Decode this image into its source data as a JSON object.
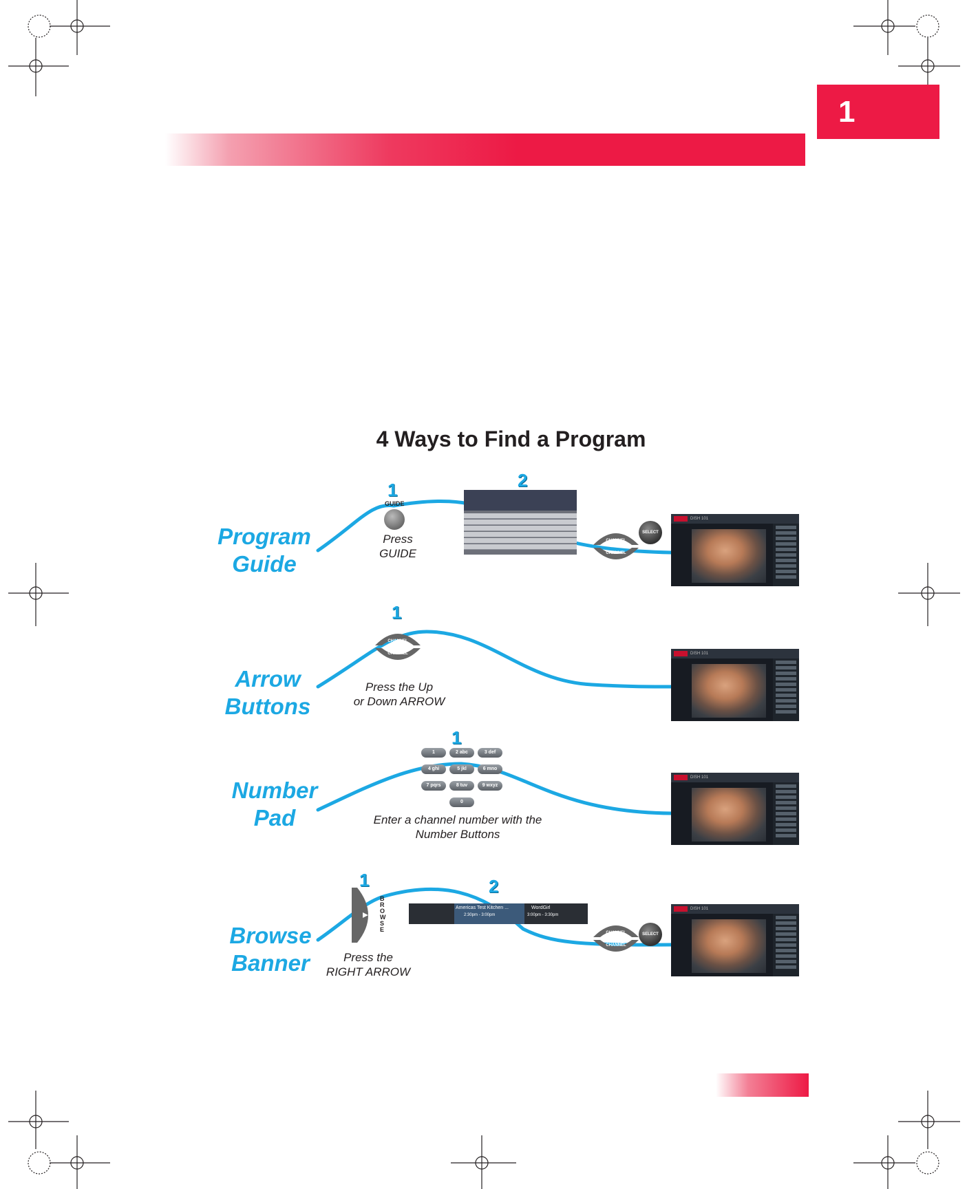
{
  "chapter": {
    "number": "1"
  },
  "page_title": "4 Ways to Find a Program",
  "sections": [
    {
      "label_line1": "Program",
      "label_line2": "Guide",
      "step1_number": "1",
      "step1_caption_line1": "Press",
      "step1_caption_line2": "GUIDE",
      "step1_button_label": "GUIDE",
      "step2_number": "2"
    },
    {
      "label_line1": "Arrow",
      "label_line2": "Buttons",
      "step1_number": "1",
      "step1_caption_line1": "Press the Up",
      "step1_caption_line2": "or Down ARROW"
    },
    {
      "label_line1": "Number",
      "label_line2": "Pad",
      "step1_number": "1",
      "step1_caption_line1": "Enter a channel number with the",
      "step1_caption_line2": "Number Buttons"
    },
    {
      "label_line1": "Browse",
      "label_line2": "Banner",
      "step1_number": "1",
      "step1_caption_line1": "Press the",
      "step1_caption_line2": "RIGHT ARROW",
      "step1_button_label": "BROWSE",
      "step2_number": "2"
    }
  ],
  "remote": {
    "channel_label": "CHANNEL",
    "select_label": "SELECT",
    "number_keys": [
      "1",
      "2 abc",
      "3 def",
      "4 ghi",
      "5 jkl",
      "6 mno",
      "7 pqrs",
      "8 tuv",
      "9 wxyz",
      "0"
    ]
  },
  "tv_screen": {
    "channel_title": "DISH 101",
    "channel_number": "101 DISH"
  },
  "browse_banner": {
    "program1": "Americas Test Kitchen ...",
    "program1_time": "2:30pm - 3:00pm",
    "program2": "WordGirl",
    "program2_time": "3:00pm - 3:30pm"
  },
  "colors": {
    "accent_red": "#ed1a45",
    "label_blue": "#1ca8e3",
    "curve_blue": "#1ca8e3"
  }
}
